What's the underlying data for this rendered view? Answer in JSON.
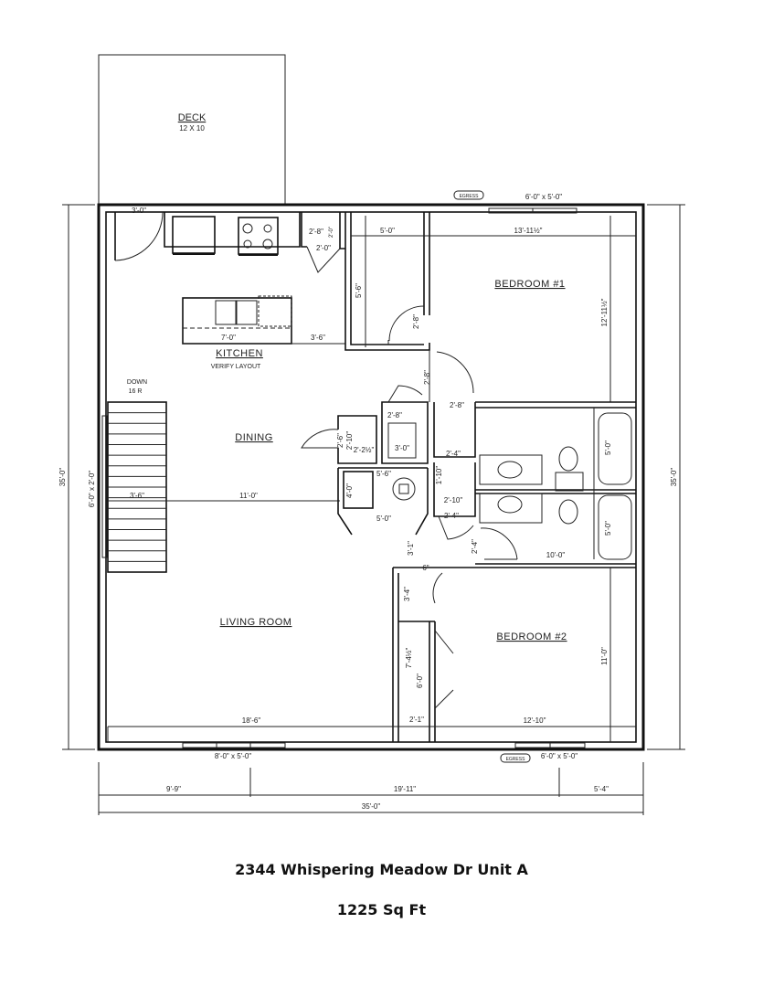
{
  "caption": {
    "address": "2344 Whispering Meadow Dr Unit A",
    "area": "1225 Sq Ft"
  },
  "rooms": {
    "deck": "DECK",
    "deck_size": "12 X 10",
    "kitchen": "KITCHEN",
    "kitchen_note": "VERIFY LAYOUT",
    "dining": "DINING",
    "living": "LIVING ROOM",
    "bedroom1": "BEDROOM #1",
    "bedroom2": "BEDROOM #2",
    "stairs_down": "DOWN",
    "stairs_risers": "16 R"
  },
  "windows": {
    "top_egress_tag": "EGRESS",
    "top_size": "6'-0\" x 5'-0\"",
    "bottom_left_size": "8'-0\" x 5'-0\"",
    "bottom_egress_tag": "EGRESS",
    "bottom_right_size": "6'-0\" x 5'-0\"",
    "left_size": "6'-0\" x 2'-0\""
  },
  "dimensions": {
    "entry_door": "3'-0\"",
    "pantry_w": "2'-8\"",
    "pantry_d": "2'-0\"",
    "pantry_door": "2'-0\"",
    "closet1_w": "5'-0\"",
    "closet1_h": "5'-6\"",
    "bedroom1_w": "13'-11½\"",
    "bedroom1_h": "12'-11½\"",
    "bedroom1_door": "2'-8\"",
    "hall_door": "2'-8\"",
    "island": "7'-0\"",
    "island_clear": "3'-6\"",
    "bath_door": "2'-8\"",
    "laundry_w": "2'-8\"",
    "laundry_depth": "3'-0\"",
    "closet_a_w": "2'-2½\"",
    "closet_a_h": "2'-10\"",
    "closet_a_door": "2'-6\"",
    "hall_small": "2'-4\"",
    "hall_small2": "1'-10\"",
    "mech_w": "5'-6\"",
    "mech_h": "5'-0\"",
    "mech_depth": "4'-0\"",
    "hall_w": "2'-10\"",
    "hall_w2": "2'-4\"",
    "bath_door2": "2'-4\"",
    "tub1": "5'-0\"",
    "tub2": "5'-0\"",
    "bath_w": "10'-0\"",
    "hall_len": "3'-1\"",
    "hall_end": "6\"",
    "stair_w": "3'-6\"",
    "dining_w": "11'-0\"",
    "closet2_h": "7'-4½\"",
    "closet2_door": "6'-0\"",
    "closet2_w": "2'-1\"",
    "closet2_side": "3'-4\"",
    "living_w": "18'-6\"",
    "bedroom2_w": "12'-10\"",
    "bedroom2_h": "11'-0\"",
    "overall_left": "35'-0\"",
    "overall_right": "35'-0\"",
    "seg1": "9'-9\"",
    "seg2": "19'-11\"",
    "seg3": "5'-4\"",
    "overall_bottom": "35'-0\""
  }
}
